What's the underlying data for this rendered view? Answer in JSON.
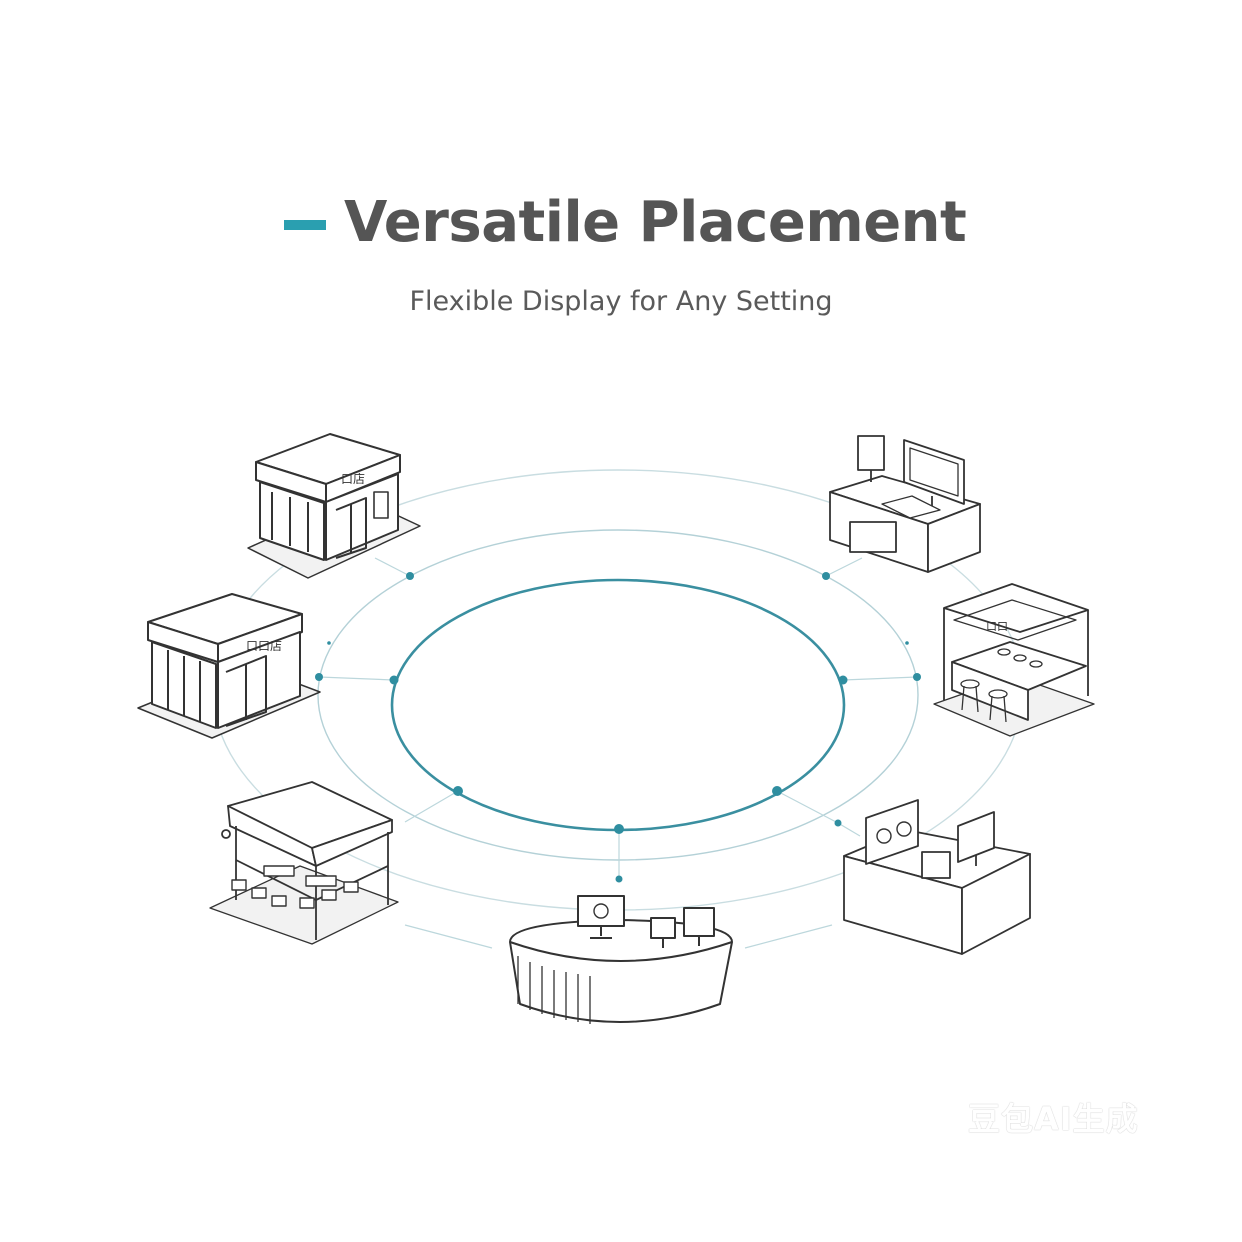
{
  "header": {
    "title": "Versatile Placement",
    "subtitle": "Flexible Display for Any Setting"
  },
  "colors": {
    "accent": "#2a9fb0",
    "ring": "#3a8fa0",
    "line": "#333333"
  },
  "diagram": {
    "icons": [
      {
        "id": "storefront-top-left",
        "sign": "口店"
      },
      {
        "id": "storefront-left",
        "sign": "口口店"
      },
      {
        "id": "cafe-awning"
      },
      {
        "id": "reception-desk"
      },
      {
        "id": "office-desk-terminal"
      },
      {
        "id": "bar-counter-room",
        "sign": "口口"
      },
      {
        "id": "checkout-counter"
      }
    ]
  },
  "watermark": "豆包AI生成"
}
